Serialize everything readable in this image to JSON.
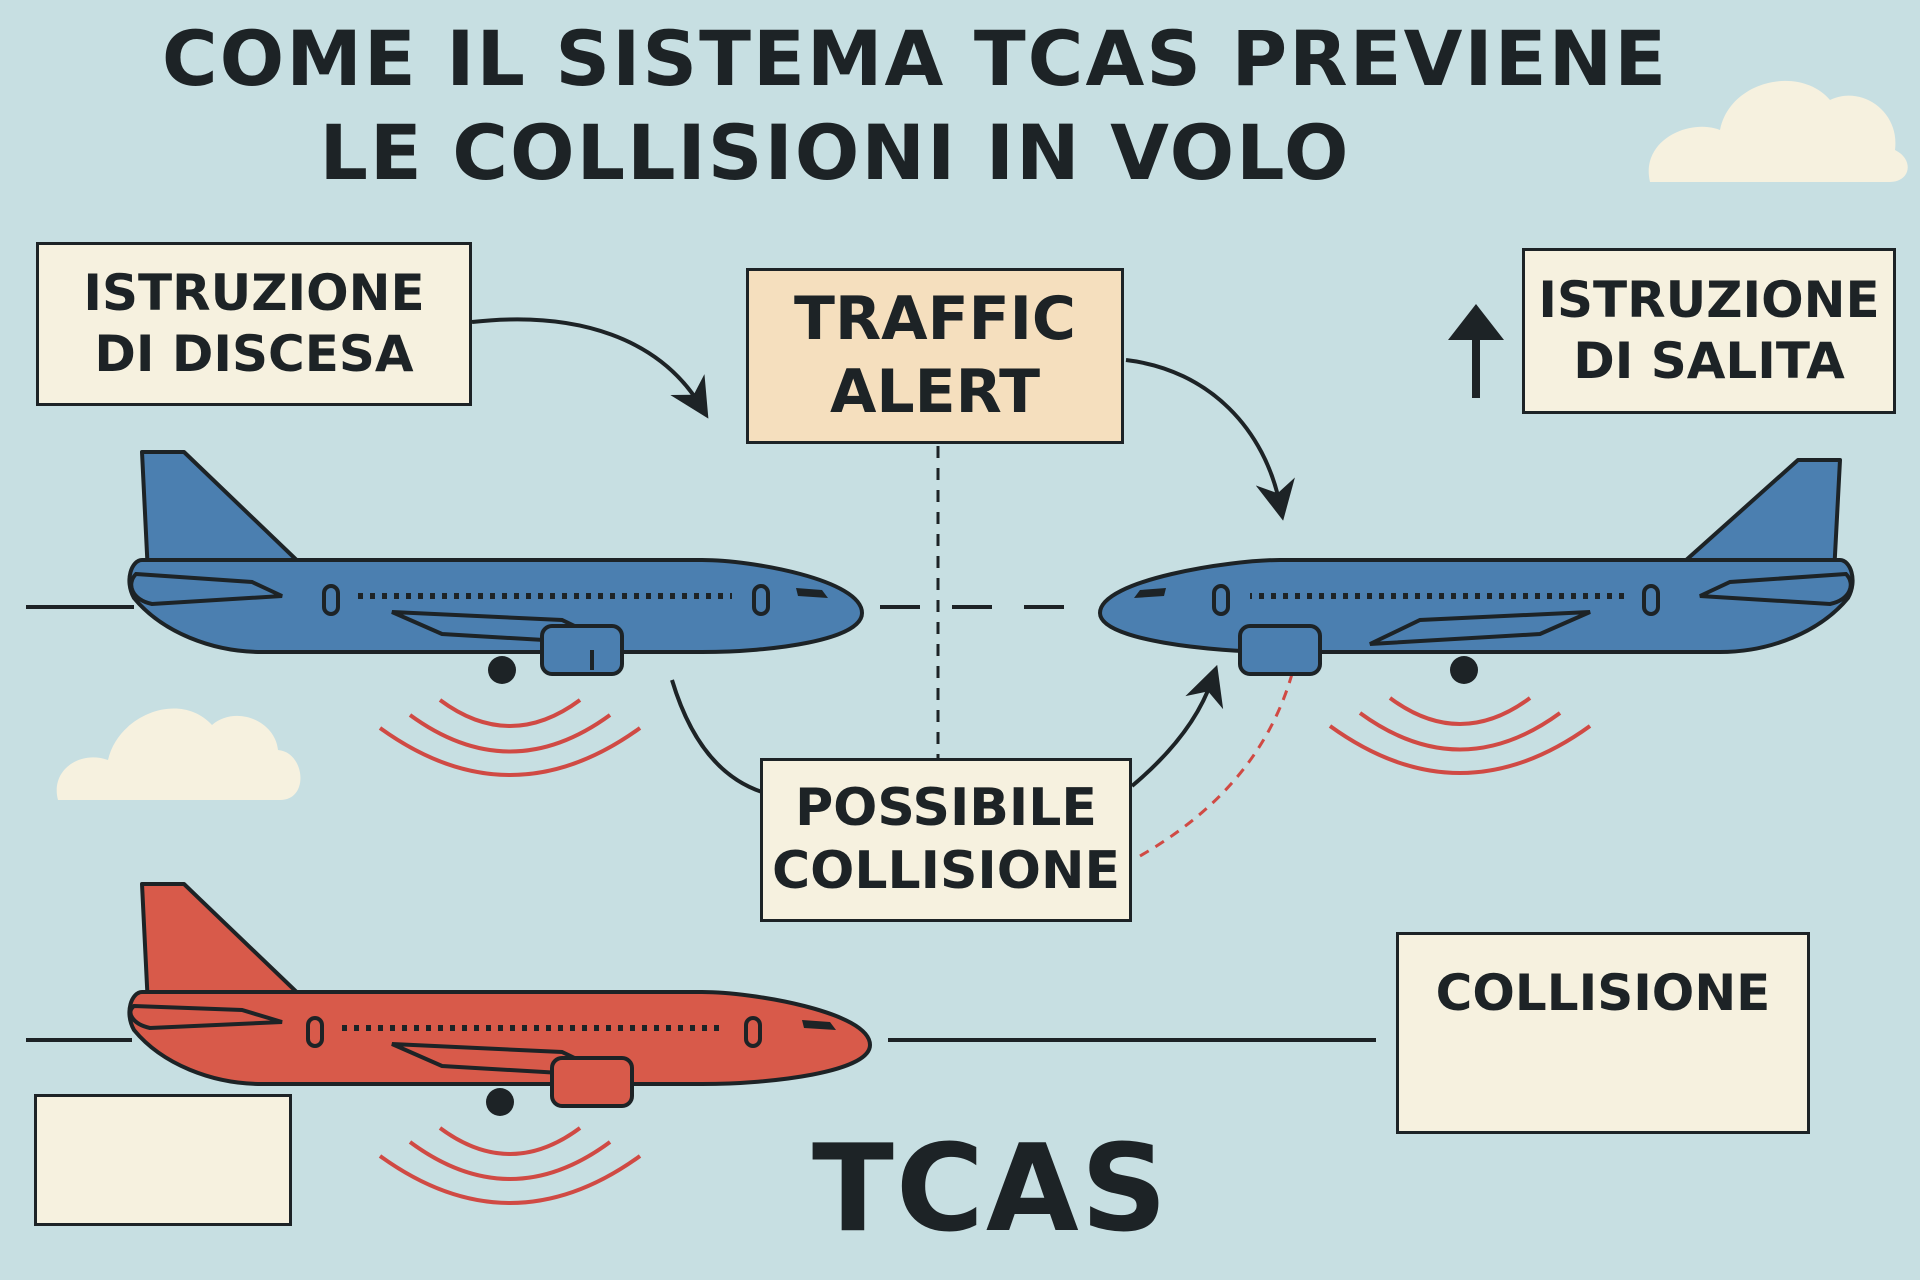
{
  "title": {
    "line1": "COME IL SISTEMA TCAS PREVIENE",
    "line2": "LE COLLISIONI IN VOLO"
  },
  "labels": {
    "descent": [
      "ISTRUZIONE",
      "DI DISCESA"
    ],
    "traffic_alert": [
      "TRAFFIC",
      "ALERT"
    ],
    "climb": [
      "ISTRUZIONE",
      "DI SALITA"
    ],
    "possible_collision": [
      "POSSIBILE",
      "COLLISIONE"
    ],
    "collision": "COLLISIONE",
    "tcas": "TCAS"
  },
  "colors": {
    "sky": "#c7dfe2",
    "blue_plane": "#4b7fb0",
    "red_plane": "#d85a4a",
    "signal_waves": "#d04a44",
    "box_fill": "#f6f1df",
    "alert_box_fill": "#f5dfbe",
    "outline": "#1d2326"
  },
  "icons": [
    "up-arrow-icon",
    "down-arrow-icon",
    "cloud-icon",
    "airplane-icon",
    "signal-waves-icon"
  ]
}
